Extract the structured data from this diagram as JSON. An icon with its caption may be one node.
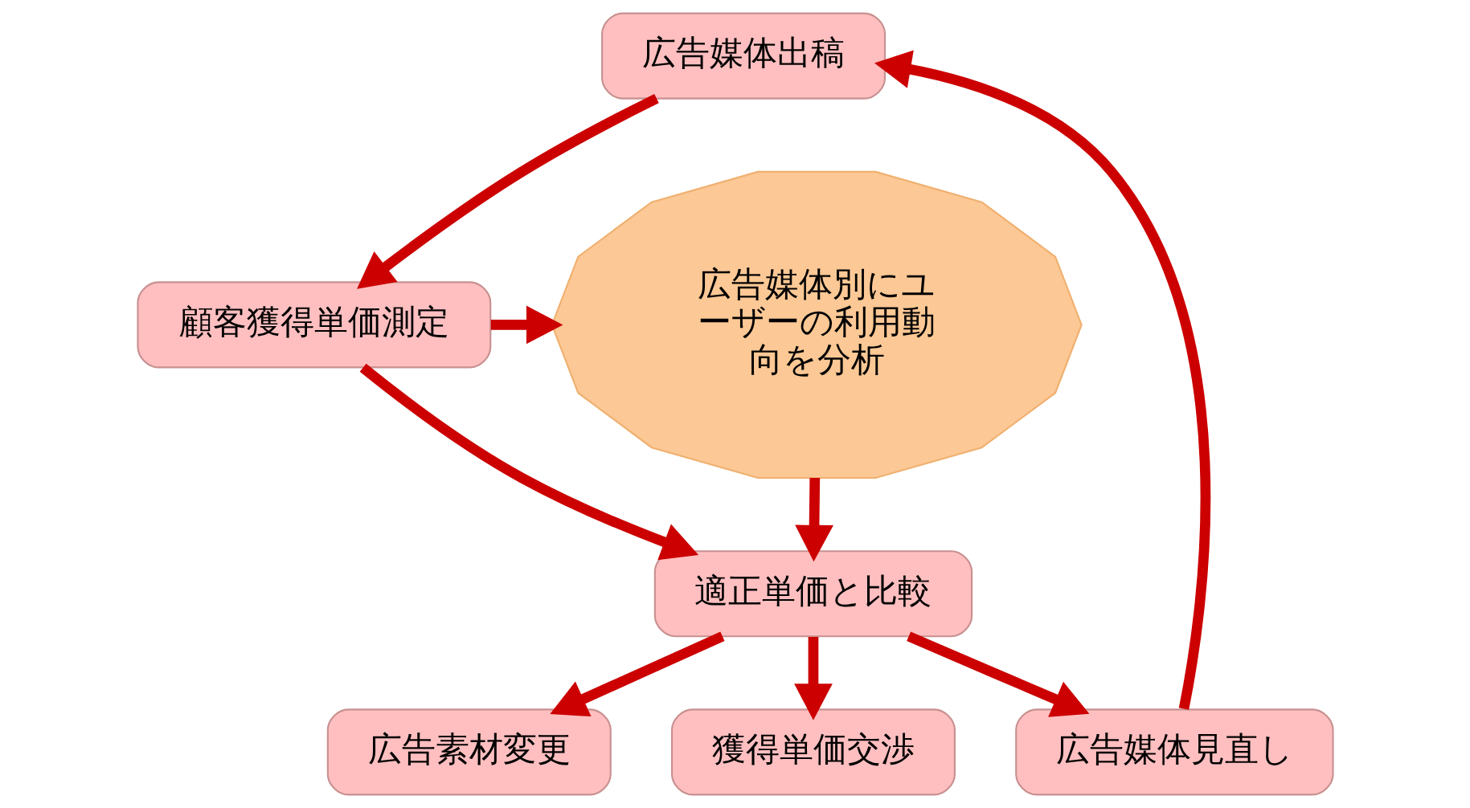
{
  "diagram": {
    "nodes": [
      {
        "text": [
          "広告媒体出稿"
        ]
      },
      {
        "text": [
          "顧客獲得単価測定"
        ]
      },
      {
        "text": [
          "適正単価と比較"
        ]
      },
      {
        "text": [
          "広告媒体見直し"
        ]
      },
      {
        "text": [
          "広告素材変更"
        ]
      },
      {
        "text": [
          "獲得単価交渉"
        ]
      },
      {
        "text": [
          "広告媒体別にユーザーの利用動向を分析"
        ]
      }
    ],
    "edges": [
      {
        "from": 0,
        "to": 1,
        "arrow": "to"
      },
      {
        "from": 1,
        "to": 6,
        "arrow": "to"
      },
      {
        "from": 6,
        "to": 2,
        "arrow": "to"
      },
      {
        "from": 1,
        "to": 2,
        "arrow": "to"
      },
      {
        "from": 2,
        "to": 3,
        "arrow": "to"
      },
      {
        "from": 2,
        "to": 4,
        "arrow": "to"
      },
      {
        "from": 2,
        "to": 5,
        "arrow": "to"
      },
      {
        "from": 3,
        "to": 0,
        "arrow": "to"
      }
    ]
  }
}
